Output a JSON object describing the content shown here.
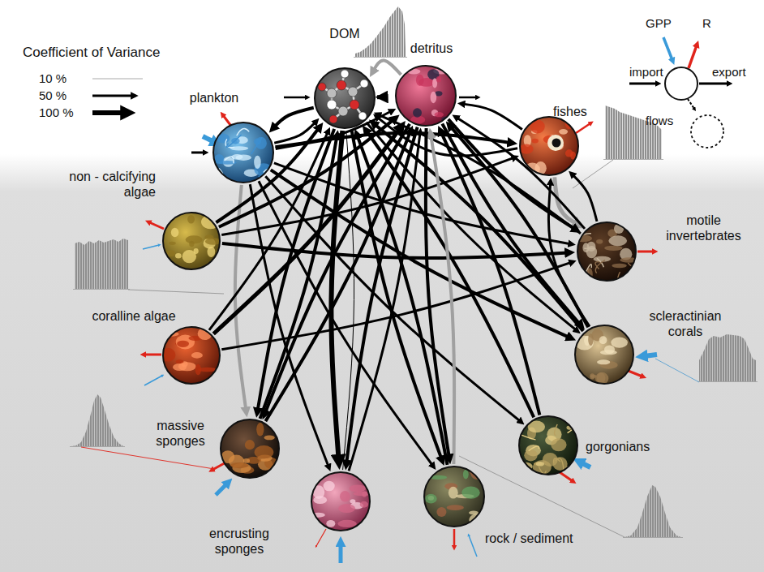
{
  "diagram": {
    "nodes": [
      {
        "text": [
          "DOM"
        ]
      },
      {
        "text": [
          "detritus"
        ]
      },
      {
        "text": [
          "plankton"
        ]
      },
      {
        "text": [
          "fishes"
        ]
      },
      {
        "text": [
          "non - calcifying algae"
        ]
      },
      {
        "text": [
          "motile invertebrates"
        ]
      },
      {
        "text": [
          "coralline algae"
        ]
      },
      {
        "text": [
          "scleractinian corals"
        ]
      },
      {
        "text": [
          "massive sponges"
        ]
      },
      {
        "text": [
          "gorgonians"
        ]
      },
      {
        "text": [
          "encrusting sponges"
        ]
      },
      {
        "text": [
          "rock / sediment"
        ]
      }
    ],
    "edges": [
      {
        "from": 0,
        "to": 1,
        "arrow": "to"
      },
      {
        "from": 1,
        "to": 0,
        "arrow": "to"
      },
      {
        "from": 0,
        "to": 2,
        "arrow": "to"
      },
      {
        "from": 2,
        "to": 0,
        "arrow": "to"
      },
      {
        "from": 2,
        "to": 1,
        "arrow": "to"
      },
      {
        "from": 2,
        "to": 3,
        "arrow": "to"
      },
      {
        "from": 2,
        "to": 7,
        "arrow": "to"
      },
      {
        "from": 2,
        "to": 8,
        "arrow": "to"
      },
      {
        "from": 2,
        "to": 9,
        "arrow": "to"
      },
      {
        "from": 2,
        "to": 10,
        "arrow": "to"
      },
      {
        "from": 2,
        "to": 11,
        "arrow": "to"
      },
      {
        "from": 2,
        "to": 5,
        "arrow": "to"
      },
      {
        "from": 4,
        "to": 0,
        "arrow": "to"
      },
      {
        "from": 4,
        "to": 1,
        "arrow": "to"
      },
      {
        "from": 4,
        "to": 3,
        "arrow": "to"
      },
      {
        "from": 4,
        "to": 5,
        "arrow": "to"
      },
      {
        "from": 6,
        "to": 0,
        "arrow": "to"
      },
      {
        "from": 6,
        "to": 1,
        "arrow": "to"
      },
      {
        "from": 6,
        "to": 5,
        "arrow": "to"
      },
      {
        "from": 3,
        "to": 1,
        "arrow": "to"
      },
      {
        "from": 3,
        "to": 0,
        "arrow": "to"
      },
      {
        "from": 3,
        "to": 5,
        "arrow": "to"
      },
      {
        "from": 5,
        "to": 3,
        "arrow": "to"
      },
      {
        "from": 5,
        "to": 1,
        "arrow": "to"
      },
      {
        "from": 5,
        "to": 0,
        "arrow": "to"
      },
      {
        "from": 1,
        "to": 5,
        "arrow": "to"
      },
      {
        "from": 7,
        "to": 0,
        "arrow": "to"
      },
      {
        "from": 7,
        "to": 1,
        "arrow": "to"
      },
      {
        "from": 0,
        "to": 7,
        "arrow": "to"
      },
      {
        "from": 1,
        "to": 7,
        "arrow": "to"
      },
      {
        "from": 7,
        "to": 3,
        "arrow": "to"
      },
      {
        "from": 8,
        "to": 0,
        "arrow": "to"
      },
      {
        "from": 0,
        "to": 8,
        "arrow": "to"
      },
      {
        "from": 8,
        "to": 1,
        "arrow": "to"
      },
      {
        "from": 1,
        "to": 8,
        "arrow": "to"
      },
      {
        "from": 9,
        "to": 0,
        "arrow": "to"
      },
      {
        "from": 9,
        "to": 1,
        "arrow": "to"
      },
      {
        "from": 10,
        "to": 0,
        "arrow": "to"
      },
      {
        "from": 0,
        "to": 10,
        "arrow": "to"
      },
      {
        "from": 10,
        "to": 1,
        "arrow": "to"
      },
      {
        "from": 1,
        "to": 10,
        "arrow": "to"
      },
      {
        "from": 11,
        "to": 0,
        "arrow": "to"
      },
      {
        "from": 0,
        "to": 11,
        "arrow": "to"
      },
      {
        "from": 11,
        "to": 1,
        "arrow": "to"
      },
      {
        "from": 1,
        "to": 11,
        "arrow": "to"
      }
    ],
    "labels": [
      "GPP",
      "R",
      "Coefficient of Variance",
      "import",
      "export",
      "flows"
    ],
    "legend": [
      {
        "text": "10 %"
      },
      {
        "text": "50 %"
      },
      {
        "text": "100 %"
      }
    ]
  }
}
